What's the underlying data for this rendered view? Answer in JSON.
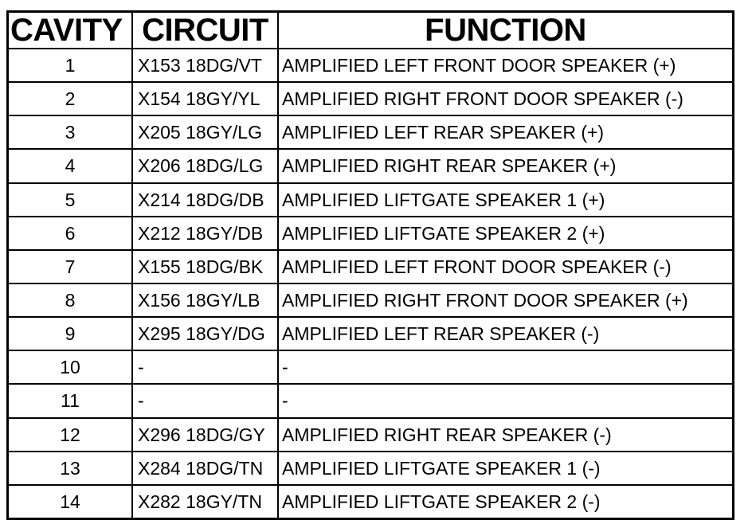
{
  "table": {
    "headers": {
      "cavity": "CAVITY",
      "circuit": "CIRCUIT",
      "function": "FUNCTION"
    },
    "rows": [
      {
        "cavity": "1",
        "circuit": "X153 18DG/VT",
        "function": "AMPLIFIED LEFT FRONT DOOR SPEAKER (+)"
      },
      {
        "cavity": "2",
        "circuit": "X154 18GY/YL",
        "function": "AMPLIFIED RIGHT FRONT DOOR SPEAKER (-)"
      },
      {
        "cavity": "3",
        "circuit": "X205 18GY/LG",
        "function": "AMPLIFIED LEFT REAR SPEAKER (+)"
      },
      {
        "cavity": "4",
        "circuit": "X206 18DG/LG",
        "function": "AMPLIFIED RIGHT REAR SPEAKER (+)"
      },
      {
        "cavity": "5",
        "circuit": "X214 18DG/DB",
        "function": "AMPLIFIED LIFTGATE SPEAKER 1 (+)"
      },
      {
        "cavity": "6",
        "circuit": "X212 18GY/DB",
        "function": "AMPLIFIED LIFTGATE SPEAKER 2 (+)"
      },
      {
        "cavity": "7",
        "circuit": "X155 18DG/BK",
        "function": "AMPLIFIED LEFT FRONT DOOR SPEAKER (-)"
      },
      {
        "cavity": "8",
        "circuit": "X156 18GY/LB",
        "function": "AMPLIFIED RIGHT FRONT DOOR SPEAKER (+)"
      },
      {
        "cavity": "9",
        "circuit": "X295 18GY/DG",
        "function": "AMPLIFIED LEFT REAR SPEAKER (-)"
      },
      {
        "cavity": "10",
        "circuit": "-",
        "function": "-"
      },
      {
        "cavity": "11",
        "circuit": "-",
        "function": "-"
      },
      {
        "cavity": "12",
        "circuit": "X296 18DG/GY",
        "function": "AMPLIFIED RIGHT REAR SPEAKER (-)"
      },
      {
        "cavity": "13",
        "circuit": "X284 18DG/TN",
        "function": "AMPLIFIED LIFTGATE SPEAKER 1 (-)"
      },
      {
        "cavity": "14",
        "circuit": "X282 18GY/TN",
        "function": "AMPLIFIED LIFTGATE SPEAKER 2 (-)"
      }
    ]
  }
}
